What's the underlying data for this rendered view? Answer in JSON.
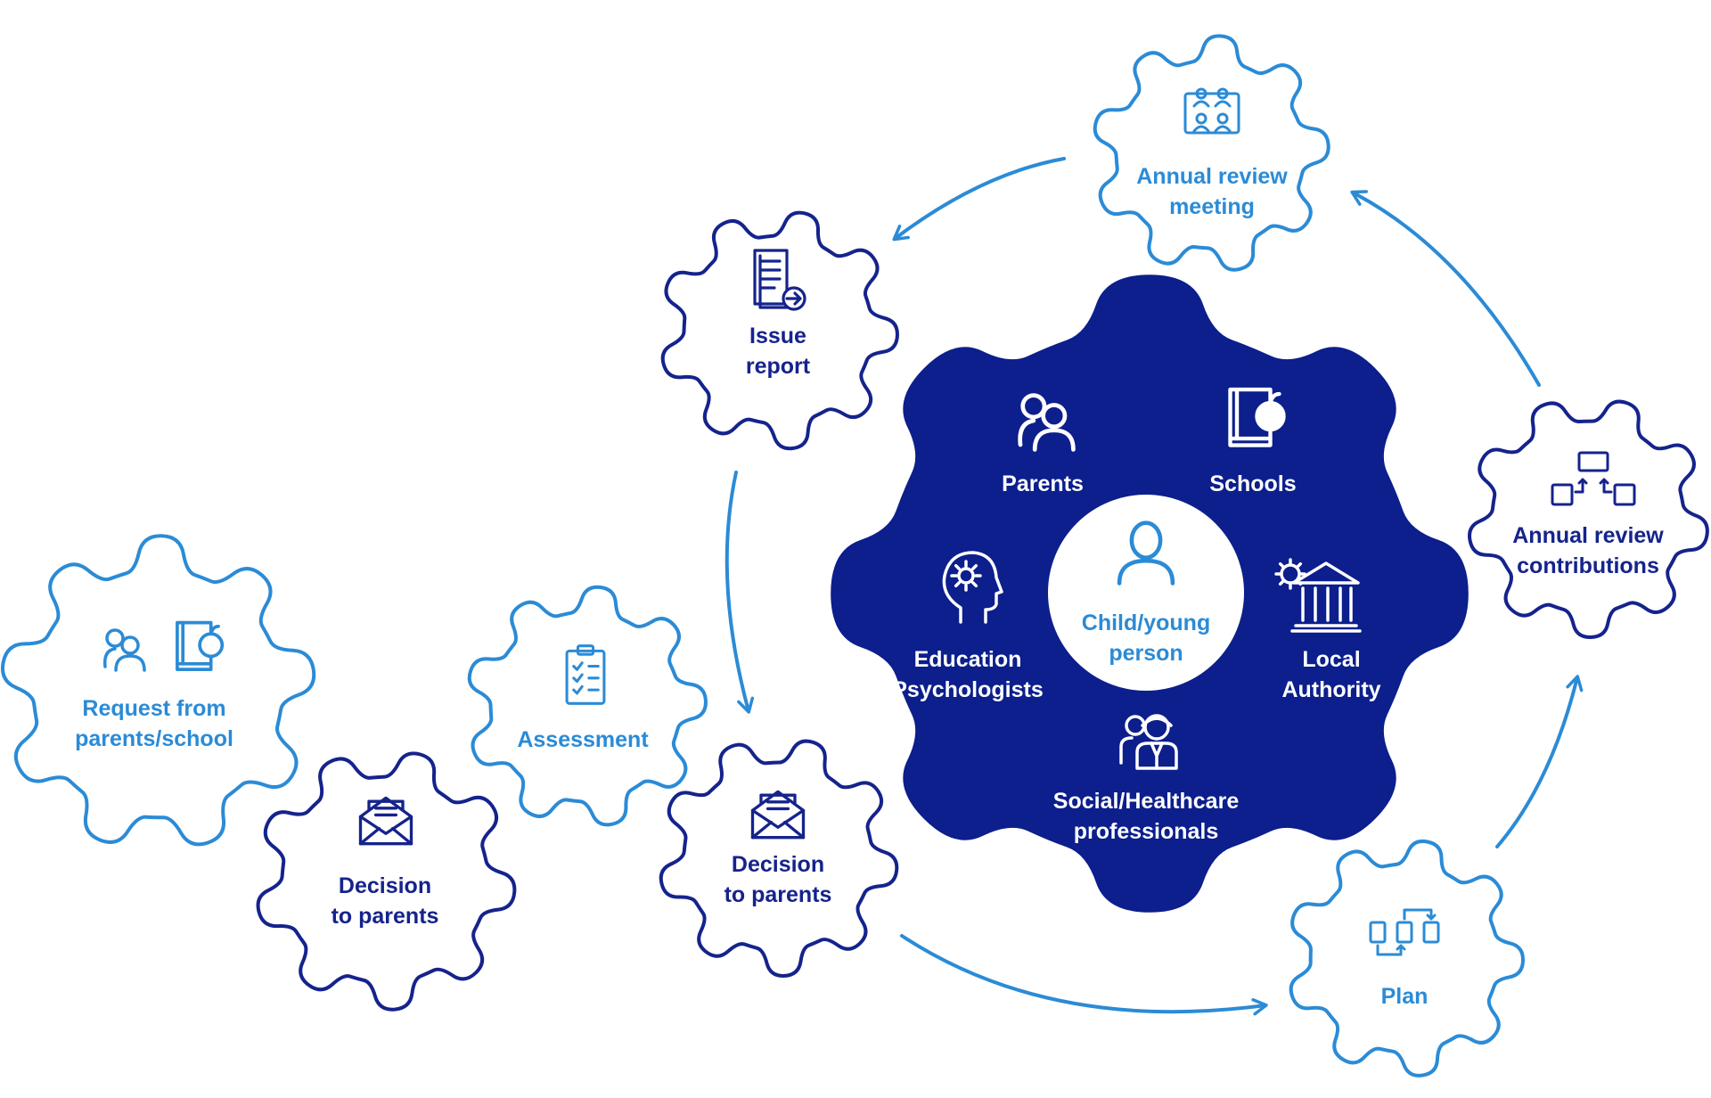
{
  "colors": {
    "light_blue": "#2b8bd6",
    "dark_blue": "#15238c",
    "navy_fill": "#0c1f8c",
    "background": "#ffffff"
  },
  "gears": [
    {
      "id": "request",
      "icons": [
        "parents-icon",
        "school-book-icon"
      ],
      "lines": [
        "Request from",
        "parents/school"
      ]
    },
    {
      "id": "decision-1",
      "icons": [
        "envelope-letter-icon"
      ],
      "lines": [
        "Decision",
        "to parents"
      ]
    },
    {
      "id": "assessment",
      "icons": [
        "clipboard-checklist-icon"
      ],
      "lines": [
        "Assessment"
      ]
    },
    {
      "id": "decision-2",
      "icons": [
        "envelope-letter-icon"
      ],
      "lines": [
        "Decision",
        "to parents"
      ]
    },
    {
      "id": "issue-report",
      "icons": [
        "report-document-icon"
      ],
      "lines": [
        "Issue",
        "report"
      ]
    },
    {
      "id": "annual-review-meeting",
      "icons": [
        "meeting-people-icon"
      ],
      "lines": [
        "Annual review",
        "meeting"
      ]
    },
    {
      "id": "annual-review-contributions",
      "icons": [
        "contribution-flow-icon"
      ],
      "lines": [
        "Annual review",
        "contributions"
      ]
    },
    {
      "id": "plan",
      "icons": [
        "plan-flow-icon"
      ],
      "lines": [
        "Plan"
      ]
    }
  ],
  "central": {
    "center_lines": [
      "Child/young",
      "person"
    ],
    "center_icon": "person-icon",
    "stakeholders": [
      {
        "id": "parents",
        "icon": "parents-icon",
        "lines": [
          "Parents"
        ]
      },
      {
        "id": "schools",
        "icon": "school-book-icon",
        "lines": [
          "Schools"
        ]
      },
      {
        "id": "education-psychologists",
        "icon": "head-gear-icon",
        "lines": [
          "Education",
          "Psychologists"
        ]
      },
      {
        "id": "local-authority",
        "icon": "government-building-icon",
        "lines": [
          "Local",
          "Authority"
        ]
      },
      {
        "id": "social-healthcare",
        "icon": "healthcare-professional-icon",
        "lines": [
          "Social/Healthcare",
          "professionals"
        ]
      }
    ]
  }
}
